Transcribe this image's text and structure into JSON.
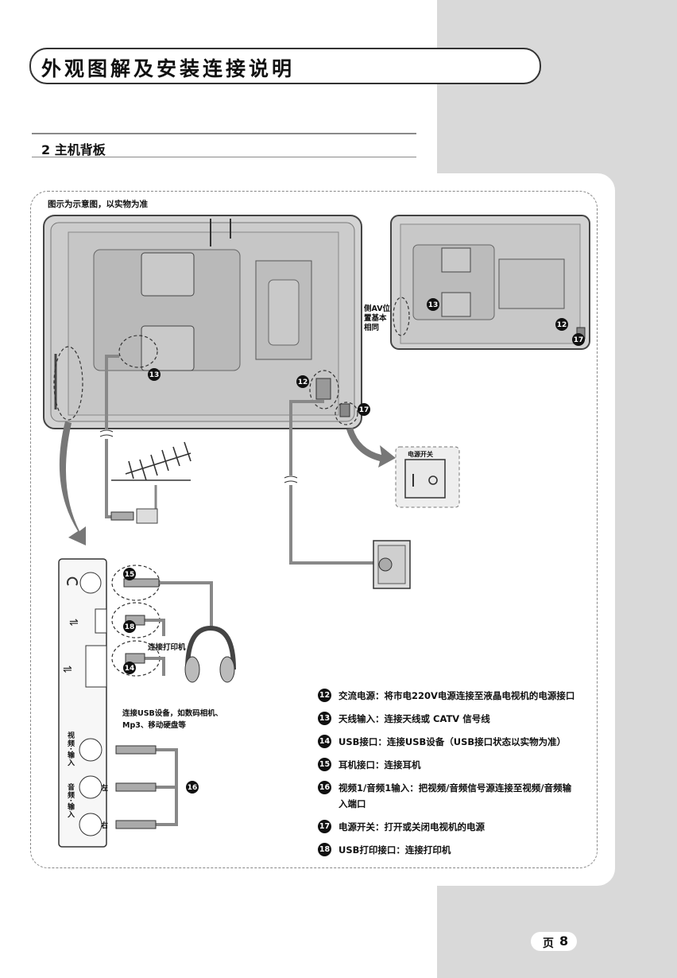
{
  "page": {
    "title": "外观图解及安装连接说明",
    "section": "2 主机背板",
    "page_label": "页",
    "page_number": "8"
  },
  "diagram": {
    "note": "图示为示意图，以实物为准",
    "side_av_note": "侧AV位置基本相同",
    "printer_note": "连接打印机",
    "usb_note_line1": "连接USB设备，如数码相机、",
    "usb_note_line2": "Mp3、移动硬盘等",
    "power_switch_label": "电源开关",
    "video_label": "视频·输入",
    "audio_label": "音频·输入",
    "left_label": "左",
    "right_label": "右",
    "callouts": [
      "12",
      "13",
      "14",
      "15",
      "16",
      "17",
      "18"
    ]
  },
  "legend": [
    {
      "num": "12",
      "text": "交流电源：将市电220V电源连接至液晶电视机的电源接口"
    },
    {
      "num": "13",
      "text": "天线输入：连接天线或 CATV 信号线"
    },
    {
      "num": "14",
      "text": "USB接口：连接USB设备（USB接口状态以实物为准）"
    },
    {
      "num": "15",
      "text": "耳机接口：连接耳机"
    },
    {
      "num": "16",
      "text": "视频1/音频1输入：把视频/音频信号源连接至视频/音频输入端口"
    },
    {
      "num": "17",
      "text": "电源开关：打开或关闭电视机的电源"
    },
    {
      "num": "18",
      "text": "USB打印接口：连接打印机"
    }
  ]
}
